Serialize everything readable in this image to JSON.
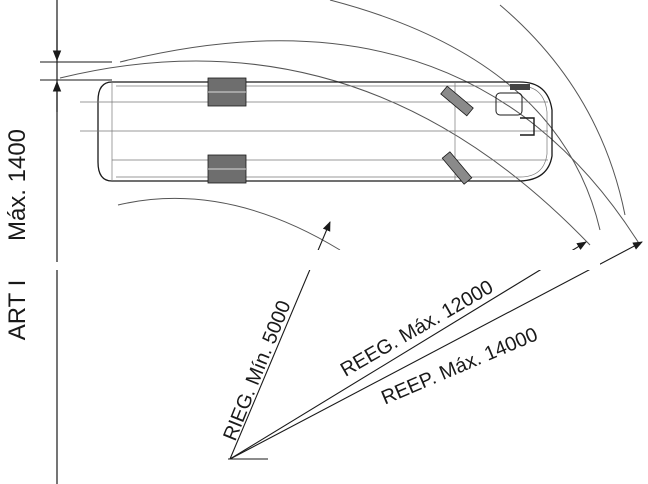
{
  "labels": {
    "rieg": "RIEG. Mín. 5000",
    "reeg": "REEG. Máx. 12000",
    "reep": "REEP. Máx. 14000",
    "max_height": "Máx. 1400",
    "art": "ART I"
  },
  "colors": {
    "line": "#1a1a1a",
    "thin": "#555555",
    "wheel": "#6e6e6e",
    "background": "#ffffff"
  }
}
